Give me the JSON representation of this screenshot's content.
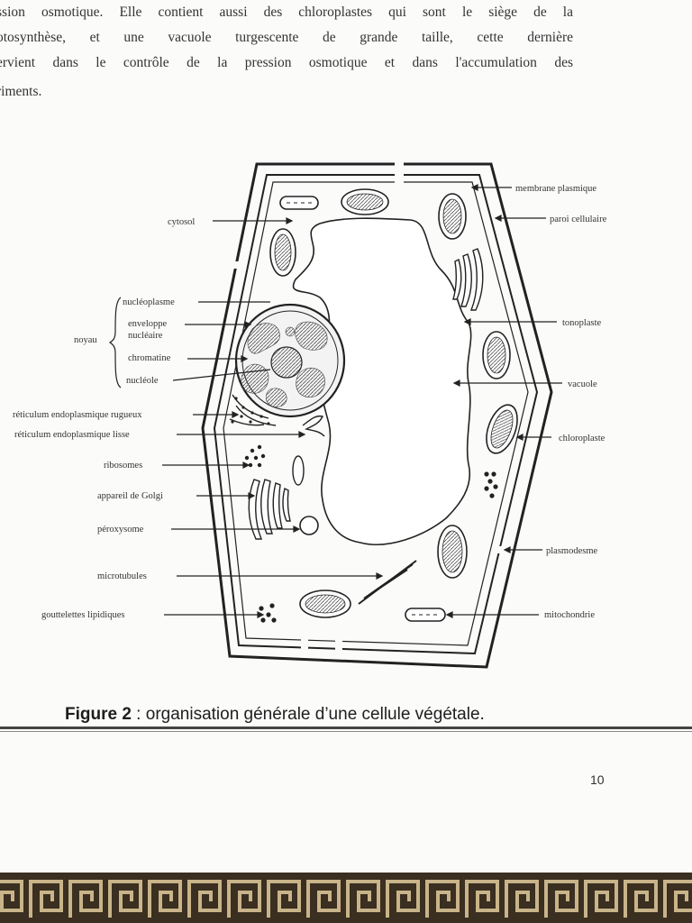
{
  "paragraph": {
    "lines": [
      "ssion osmotique. Elle contient aussi des chloroplastes qui sont le siège de la",
      "otosynthèse, et une vacuole turgescente de grande taille, cette dernière",
      "ervient dans le contrôle de la pression osmotique et dans l'accumulation des",
      "riments."
    ]
  },
  "diagram_labels": {
    "cytosol": "cytosol",
    "noyau": "noyau",
    "nucleoplasme": "nucléoplasme",
    "enveloppe": "enveloppe",
    "nucleaire": "nucléaire",
    "chromatine": "chromatine",
    "nucleole": "nucléole",
    "rer": "réticulum endoplasmique rugueux",
    "rel": "réticulum endoplasmique lisse",
    "ribosomes": "ribosomes",
    "golgi": "appareil de Golgi",
    "peroxysome": "péroxysome",
    "microtubules": "microtubules",
    "gouttelettes": "gouttelettes lipidiques",
    "membrane": "membrane plasmique",
    "paroi": "paroi cellulaire",
    "tonoplaste": "tonoplaste",
    "vacuole": "vacuole",
    "chloroplaste": "chloroplaste",
    "plasmodesme": "plasmodesme",
    "mitochondrie": "mitochondrie"
  },
  "caption": {
    "figure": "Figure 2",
    "separator": " : ",
    "text": "organisation générale d’une cellule végétale."
  },
  "page_number": "10"
}
